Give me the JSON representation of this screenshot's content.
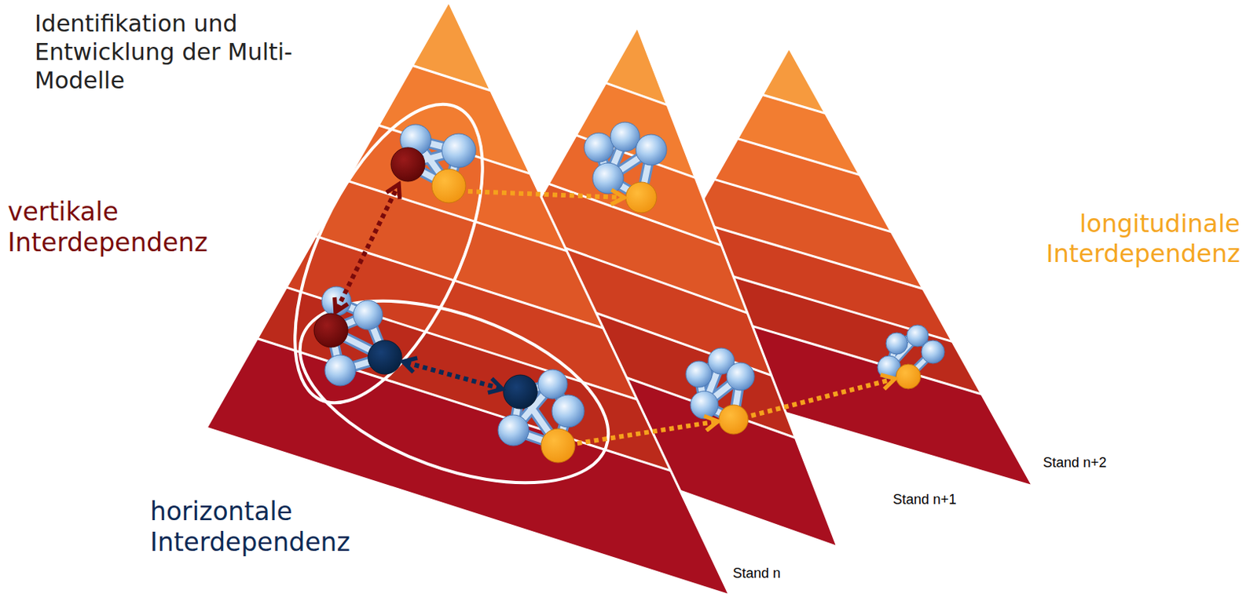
{
  "diagram": {
    "nodes": [
      {
        "text": [
          "Stand n"
        ]
      },
      {
        "text": [
          "Stand n+1"
        ]
      },
      {
        "text": [
          "Stand n+2"
        ]
      }
    ],
    "labels": [
      "Identifikation und Entwicklung der Multi-Modelle",
      "vertikale Interdependenz",
      "horizontale Interdependenz",
      "longitudinale Interdependenz"
    ]
  }
}
